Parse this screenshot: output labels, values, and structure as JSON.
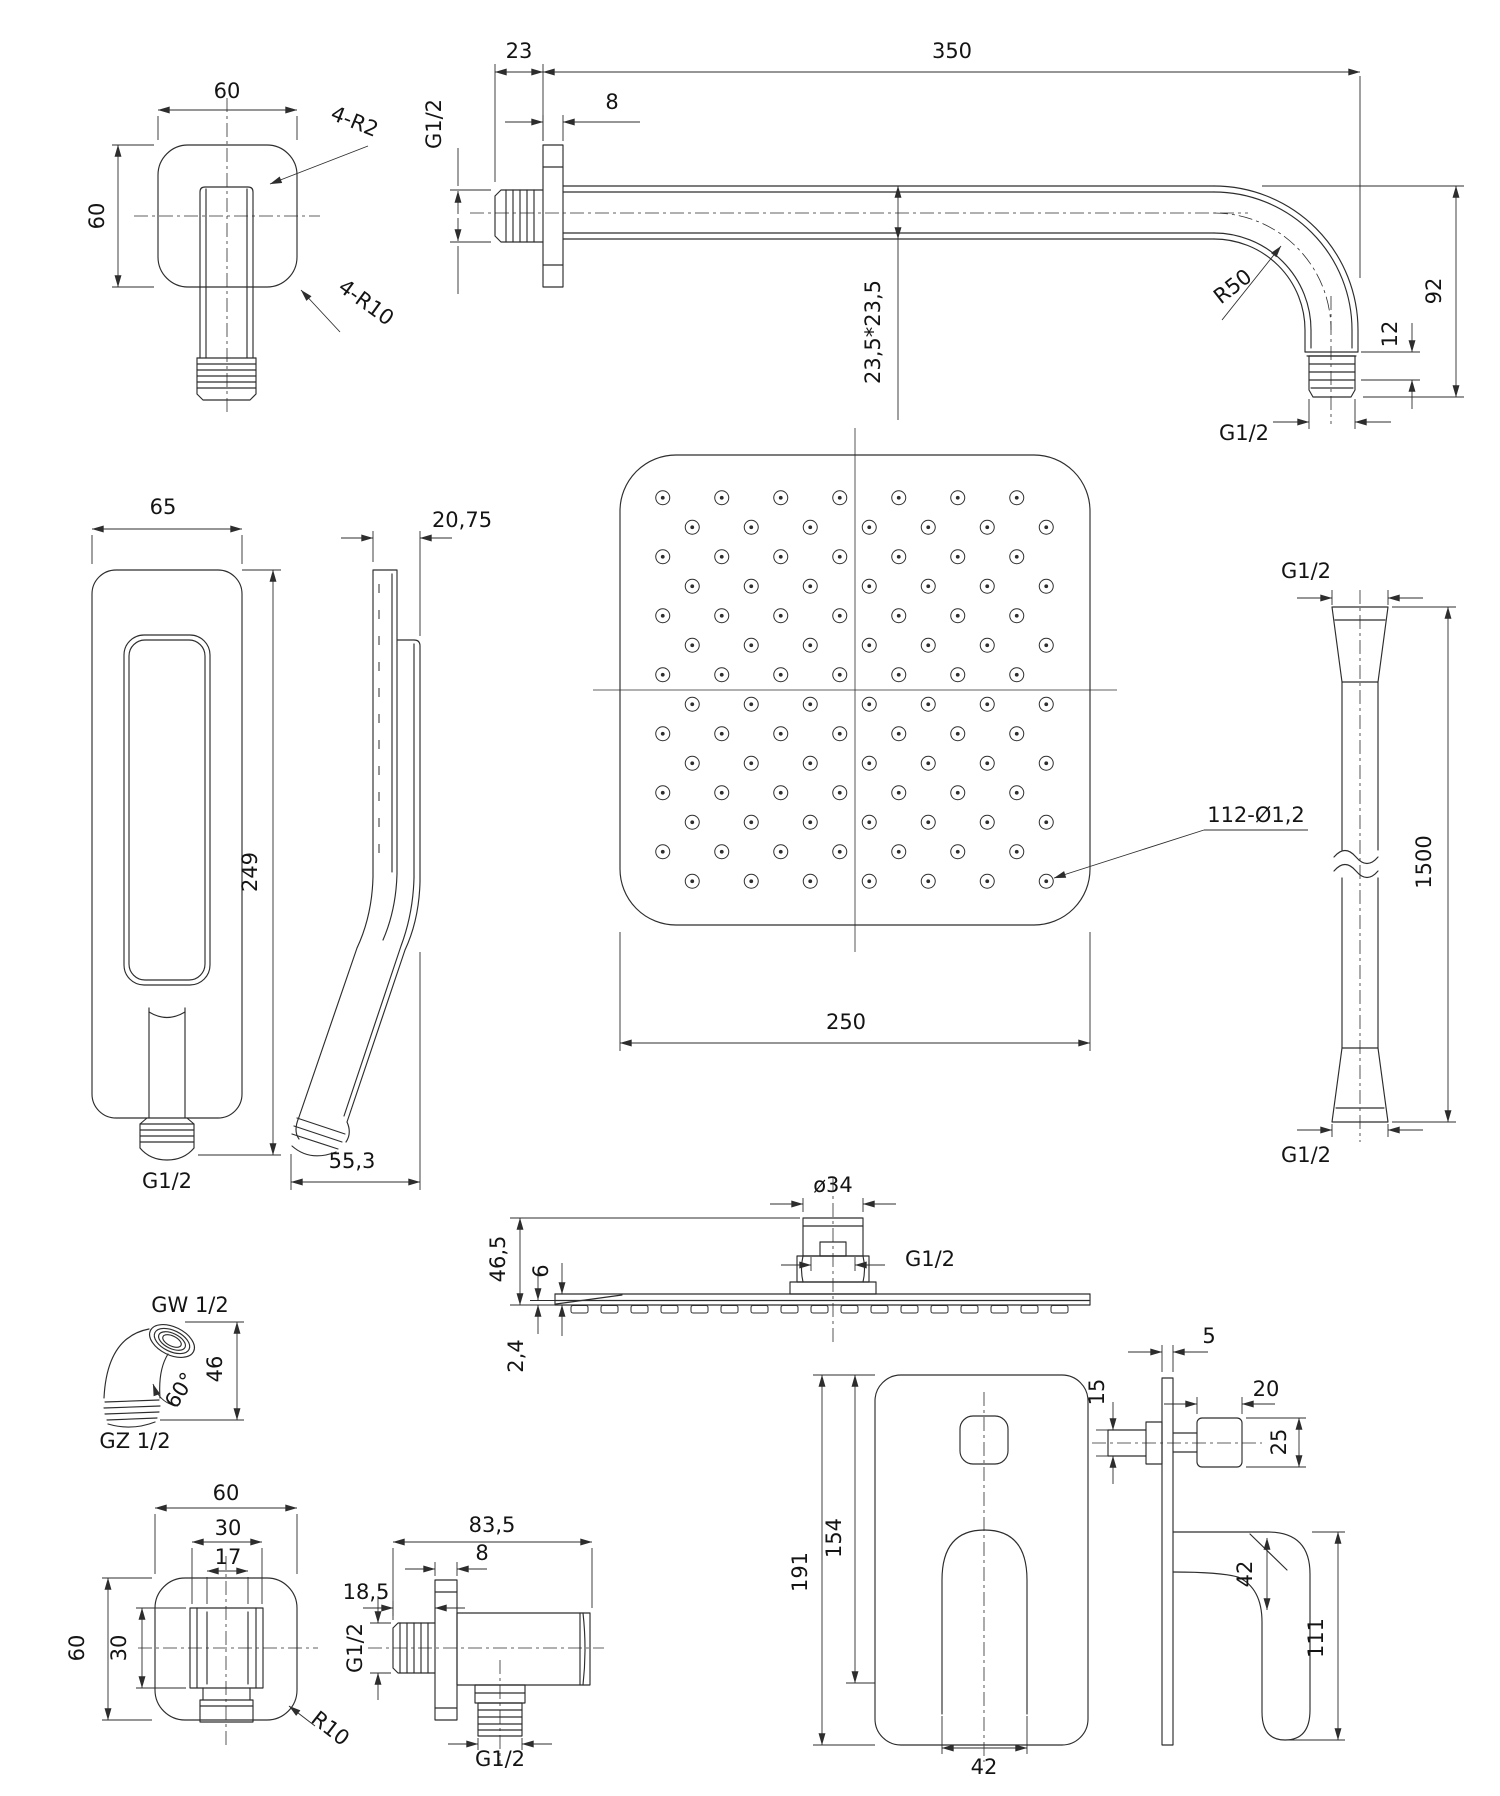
{
  "views": {
    "wall_elbow_front": {
      "width": "60",
      "height": "60",
      "corner_inner": "4-R2",
      "corner_outer": "4-R10"
    },
    "shower_arm": {
      "wall_offset": "23",
      "length": "350",
      "flange": "8",
      "wall_thread": "G1/2",
      "tube_section": "23,5*23,5",
      "bend_radius": "R50",
      "drop": "92",
      "thread_length": "12",
      "outlet_thread": "G1/2"
    },
    "hand_shower_front": {
      "width": "65",
      "length": "249",
      "thread": "G1/2"
    },
    "hand_shower_side": {
      "depth": "20,75",
      "bottom_width": "55,3"
    },
    "head_top": {
      "width": "250",
      "nozzle_count": "112-Ø1,2"
    },
    "hose": {
      "top_thread": "G1/2",
      "length": "1500",
      "bottom_thread": "G1/2"
    },
    "head_side": {
      "connector": "ø34",
      "thread": "G1/2",
      "height": "46,5",
      "plate": "6",
      "sheet": "2,4"
    },
    "elbow_adapter": {
      "female_thread": "GW 1/2",
      "male_thread": "GZ 1/2",
      "height": "46",
      "angle": "60°"
    },
    "outlet_front": {
      "width": "60",
      "inner_width": "30",
      "face_width": "17",
      "height": "60",
      "inner_height": "30",
      "corner_radius": "R10"
    },
    "outlet_side": {
      "length": "83,5",
      "flange": "8",
      "inlet": "18,5",
      "inlet_thread": "G1/2",
      "outlet_thread": "G1/2"
    },
    "mixer_front": {
      "height": "191",
      "inner_height": "154",
      "handle_width": "42"
    },
    "mixer_side": {
      "plate": "5",
      "stem": "15",
      "knob_width": "20",
      "knob_height": "25",
      "handle_width": "42",
      "handle_length": "111"
    }
  }
}
